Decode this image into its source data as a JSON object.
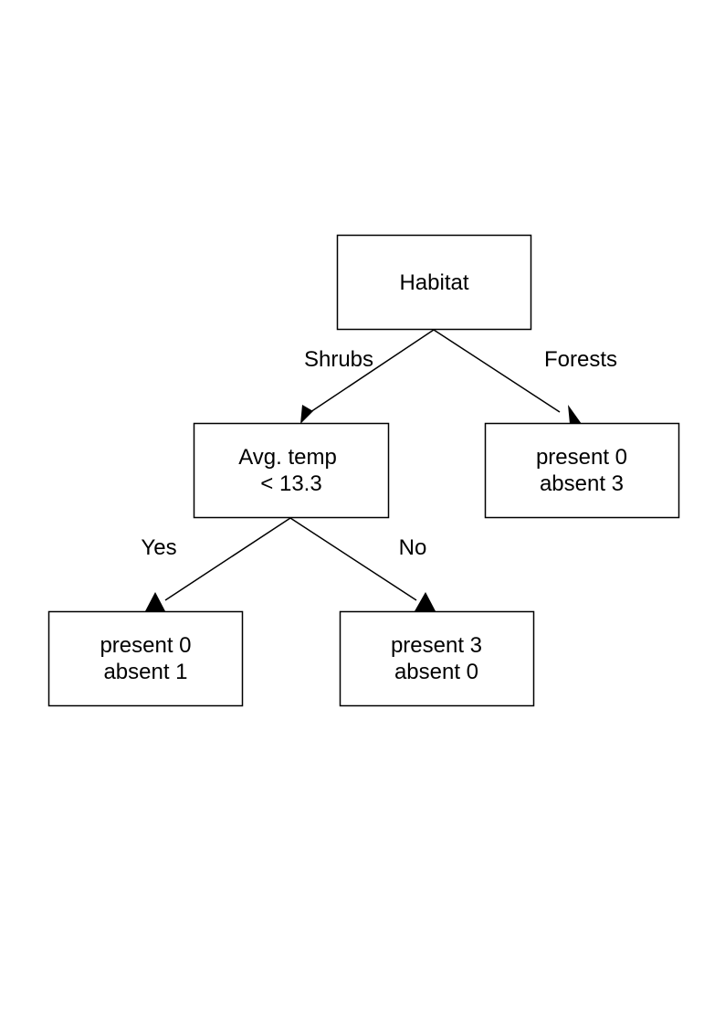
{
  "nodes": {
    "root": {
      "lines": [
        "Habitat"
      ]
    },
    "temp_split": {
      "lines": [
        "Avg. temp",
        "< 13.3"
      ]
    },
    "forests_leaf": {
      "lines": [
        "present 0",
        "absent 3"
      ]
    },
    "yes_leaf": {
      "lines": [
        "present 0",
        "absent 1"
      ]
    },
    "no_leaf": {
      "lines": [
        "present 3",
        "absent 0"
      ]
    }
  },
  "edges": {
    "shrubs": {
      "label": "Shrubs"
    },
    "forests": {
      "label": "Forests"
    },
    "yes": {
      "label": "Yes"
    },
    "no": {
      "label": "No"
    }
  }
}
